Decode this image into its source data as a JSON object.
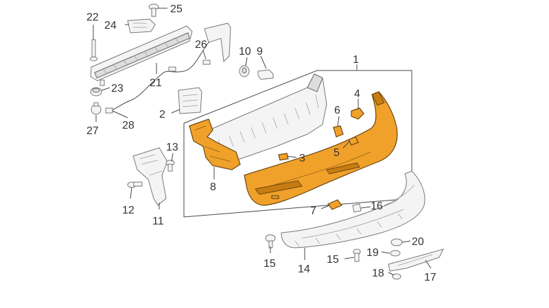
{
  "diagram": {
    "colors": {
      "highlight": "#f0a12a",
      "highlight_outline": "#6a4510",
      "part_fill": "#f4f4f4",
      "part_outline": "#777777",
      "leader": "#444444"
    },
    "callouts": {
      "c1": "1",
      "c2": "2",
      "c3": "3",
      "c4": "4",
      "c5": "5",
      "c6": "6",
      "c7": "7",
      "c8": "8",
      "c9": "9",
      "c10": "10",
      "c11": "11",
      "c12": "12",
      "c13": "13",
      "c14": "14",
      "c15a": "15",
      "c15b": "15",
      "c16": "16",
      "c17": "17",
      "c18": "18",
      "c19": "19",
      "c20": "20",
      "c21": "21",
      "c22": "22",
      "c23": "23",
      "c24": "24",
      "c25": "25",
      "c26": "26",
      "c27": "27",
      "c28": "28"
    }
  }
}
